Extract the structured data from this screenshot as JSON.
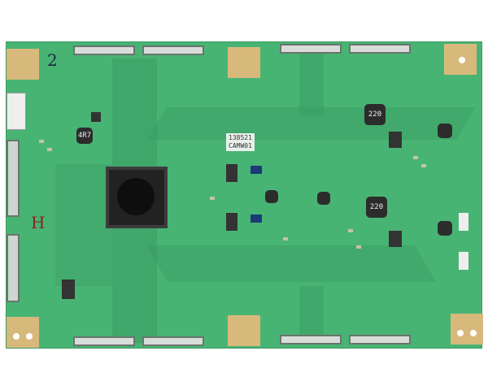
{
  "board": {
    "inductor_labels": [
      "4R7",
      "220",
      "220"
    ],
    "handwritten_marks": [
      "2",
      "H"
    ],
    "sticker_text": [
      "138521",
      "CAMW01"
    ],
    "colors": {
      "pcb": "#48b474",
      "trace": "#3a9c62",
      "pad": "#d8b97c",
      "chip": "#222222"
    }
  }
}
